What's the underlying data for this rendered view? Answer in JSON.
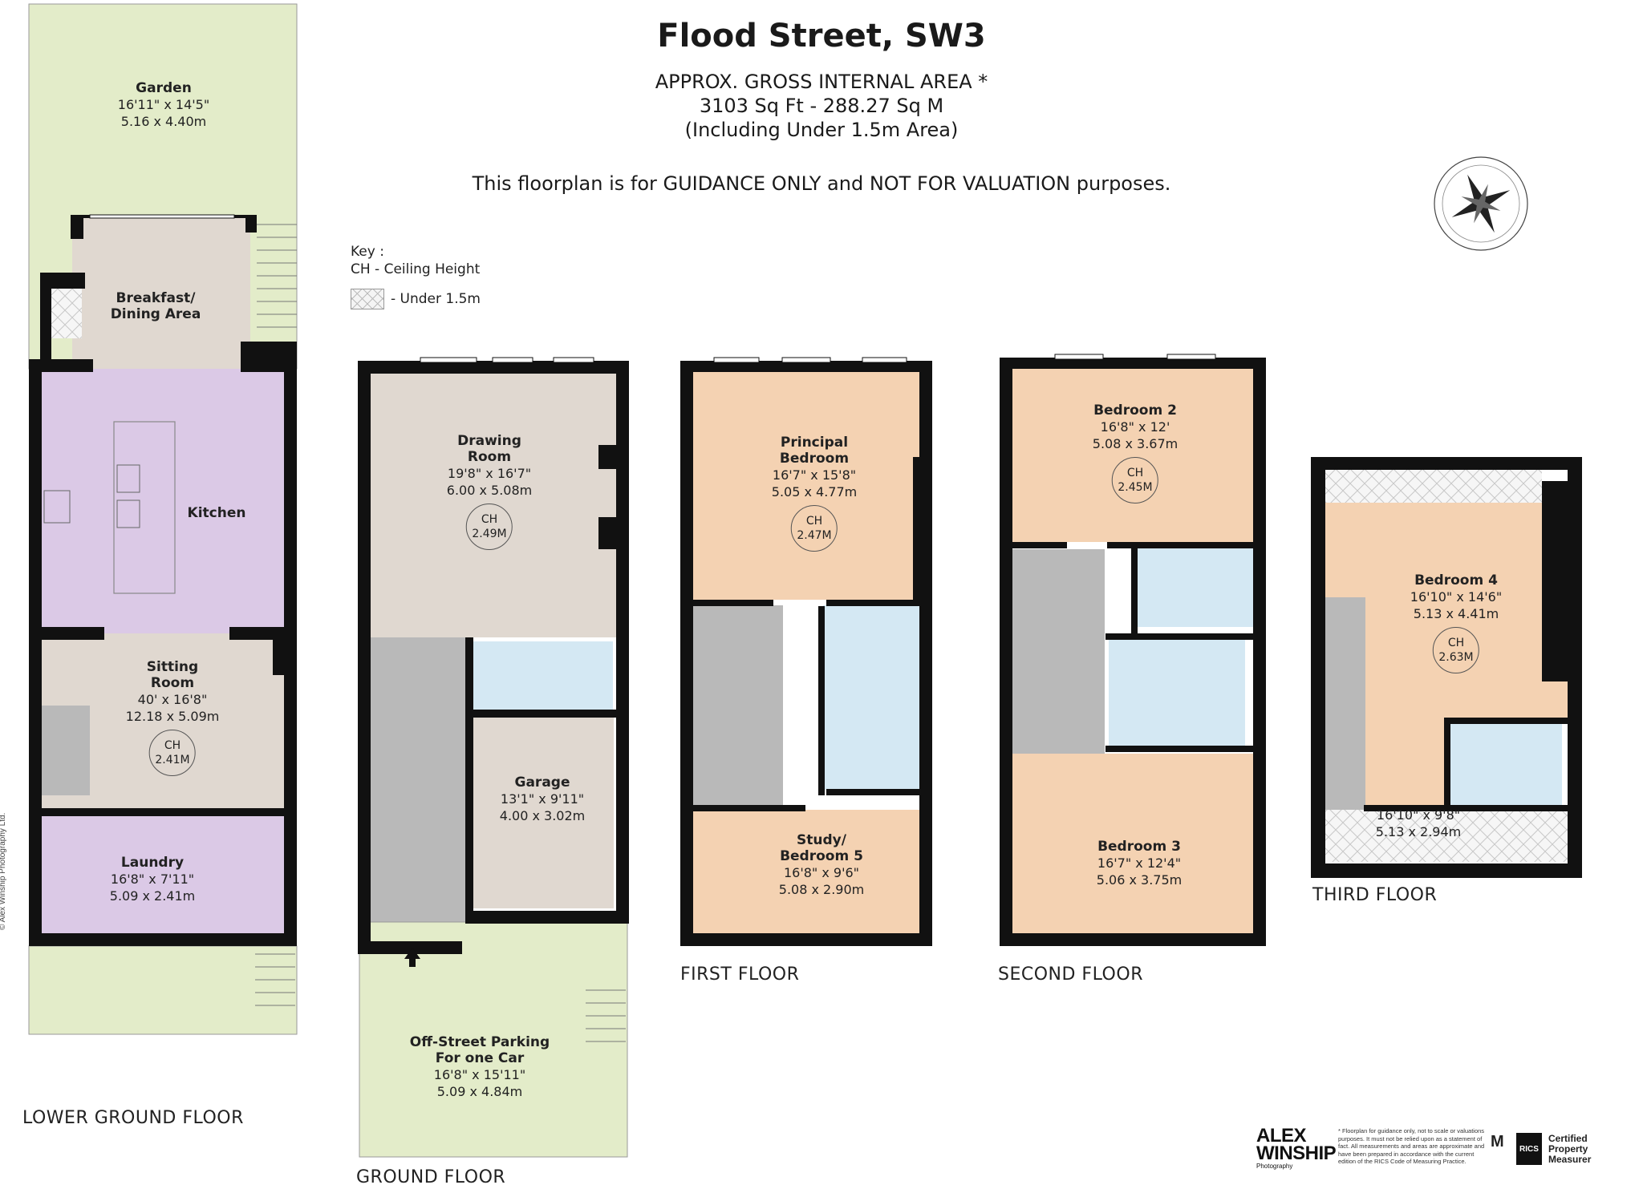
{
  "header": {
    "title": "Flood Street, SW3",
    "area_label": "APPROX. GROSS INTERNAL  AREA *",
    "area_value": "3103 Sq Ft  -  288.27 Sq M",
    "area_note": "(Including Under 1.5m Area)",
    "disclaimer": "This floorplan is for GUIDANCE ONLY and NOT FOR VALUATION purposes."
  },
  "key": {
    "title": "Key :",
    "ceiling": "CH - Ceiling Height",
    "under": "- Under 1.5m"
  },
  "floors": {
    "lower_ground": "LOWER GROUND FLOOR",
    "ground": "GROUND FLOOR",
    "first": "FIRST FLOOR",
    "second": "SECOND FLOOR",
    "third": "THIRD FLOOR"
  },
  "rooms": {
    "garden": {
      "name": "Garden",
      "imp": "16'11\" x 14'5\"",
      "met": "5.16 x 4.40m"
    },
    "breakfast": {
      "name1": "Breakfast/",
      "name2": "Dining Area"
    },
    "kitchen": {
      "name": "Kitchen"
    },
    "sitting": {
      "name1": "Sitting",
      "name2": "Room",
      "imp": "40' x 16'8\"",
      "met": "12.18 x 5.09m",
      "ch_label": "CH",
      "ch": "2.41M"
    },
    "laundry": {
      "name": "Laundry",
      "imp": "16'8\" x 7'11\"",
      "met": "5.09 x 2.41m"
    },
    "drawing": {
      "name1": "Drawing",
      "name2": "Room",
      "imp": "19'8\" x 16'7\"",
      "met": "6.00 x 5.08m",
      "ch_label": "CH",
      "ch": "2.49M"
    },
    "garage": {
      "name": "Garage",
      "imp": "13'1\" x 9'11\"",
      "met": "4.00 x 3.02m"
    },
    "parking": {
      "name1": "Off-Street Parking",
      "name2": "For one Car",
      "imp": "16'8\" x 15'11\"",
      "met": "5.09 x 4.84m"
    },
    "principal": {
      "name1": "Principal",
      "name2": "Bedroom",
      "imp": "16'7\" x 15'8\"",
      "met": "5.05 x 4.77m",
      "ch_label": "CH",
      "ch": "2.47M"
    },
    "study": {
      "name1": "Study/",
      "name2": "Bedroom 5",
      "imp": "16'8\" x 9'6\"",
      "met": "5.08 x 2.90m"
    },
    "bedroom2": {
      "name": "Bedroom 2",
      "imp": "16'8\" x 12'",
      "met": "5.08 x 3.67m",
      "ch_label": "CH",
      "ch": "2.45M"
    },
    "bedroom3": {
      "name": "Bedroom 3",
      "imp": "16'7\" x 12'4\"",
      "met": "5.06 x 3.75m"
    },
    "bedroom4": {
      "name": "Bedroom 4",
      "imp": "16'10\" x 14'6\"",
      "met": "5.13 x 4.41m",
      "ch_label": "CH",
      "ch": "2.63M"
    },
    "third_lower": {
      "imp": "16'10\" x 9'8\"",
      "met": "5.13 x 2.94m"
    }
  },
  "footer": {
    "brand1": "ALEX",
    "brand2": "WINSHIP",
    "brand_sub": "Photography",
    "fine_print": "* Floorplan for guidance only, not to scale or valuations purposes. It must not be relied upon as a statement of fact. All measurements and areas are approximate and have been prepared in accordance with the current edition of the RICS Code of Measuring Practice.",
    "rics": "RICS",
    "certified": "Certified Property Measurer",
    "copyright": "© Alex Winship Photography Ltd."
  },
  "colors": {
    "wall": "#111111",
    "garden": "#e3ecc9",
    "kitchen": "#dbc9e6",
    "reception": "#e0d8d0",
    "bedroom": "#f4d2b2",
    "bathroom": "#d4e8f3",
    "stairs": "#b9b9b9"
  }
}
